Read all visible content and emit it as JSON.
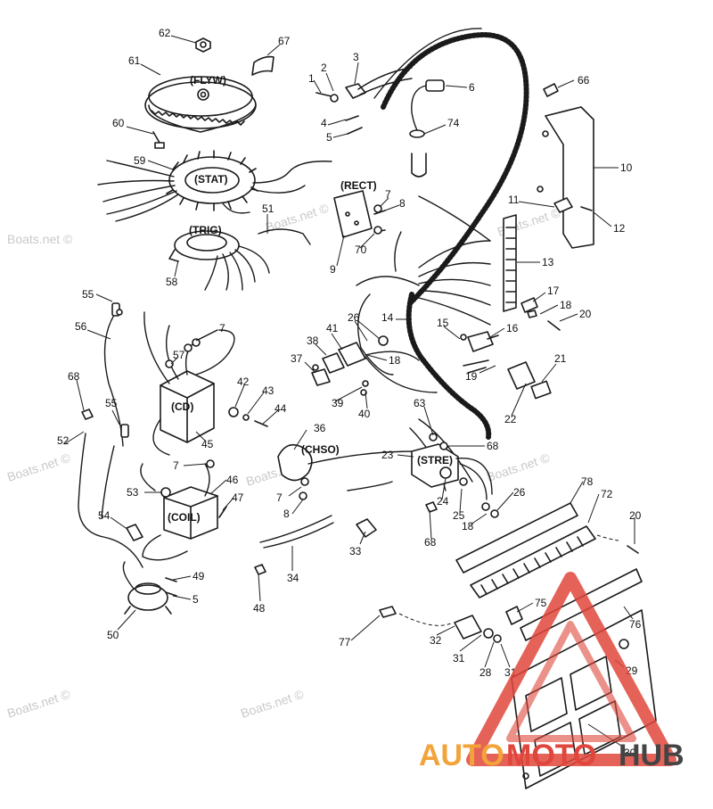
{
  "watermarks": [
    "Boats.net ©",
    "Boats.net ©",
    "Boats.net ©",
    "Boats.net ©",
    "Boats.net ©",
    "Boats.net ©",
    "Boats.net ©",
    "Boats.net ©"
  ],
  "component_labels": {
    "flyw": "(FLYW)",
    "stat": "(STAT)",
    "trig": "(TRIG)",
    "rect": "(RECT)",
    "cd": "(CD)",
    "coil": "(COIL)",
    "chso": "(CHSO)",
    "stre": "(STRE)"
  },
  "callouts": [
    "62",
    "67",
    "61",
    "1",
    "2",
    "3",
    "6",
    "66",
    "60",
    "59",
    "4",
    "5",
    "74",
    "10",
    "7",
    "8",
    "11",
    "12",
    "51",
    "9",
    "70",
    "13",
    "58",
    "55",
    "7",
    "17",
    "18",
    "56",
    "26",
    "14",
    "15",
    "16",
    "20",
    "57",
    "41",
    "38",
    "37",
    "21",
    "68",
    "18",
    "19",
    "42",
    "43",
    "39",
    "40",
    "44",
    "55",
    "22",
    "45",
    "63",
    "36",
    "52",
    "68",
    "23",
    "7",
    "46",
    "24",
    "78",
    "53",
    "7",
    "72",
    "26",
    "25",
    "47",
    "8",
    "18",
    "20",
    "54",
    "33",
    "68",
    "49",
    "34",
    "5",
    "48",
    "75",
    "50",
    "77",
    "32",
    "76",
    "31",
    "28",
    "31",
    "29",
    "30"
  ],
  "brand": {
    "part1": "AUTO",
    "part2": "MOTO",
    "part3": "HUB"
  },
  "colors": {
    "line": "#1a1a1a",
    "watermark": "#c9c9c9",
    "brand_orange": "#f2a33a",
    "brand_red": "#e0463c",
    "brand_dark": "#444444"
  }
}
